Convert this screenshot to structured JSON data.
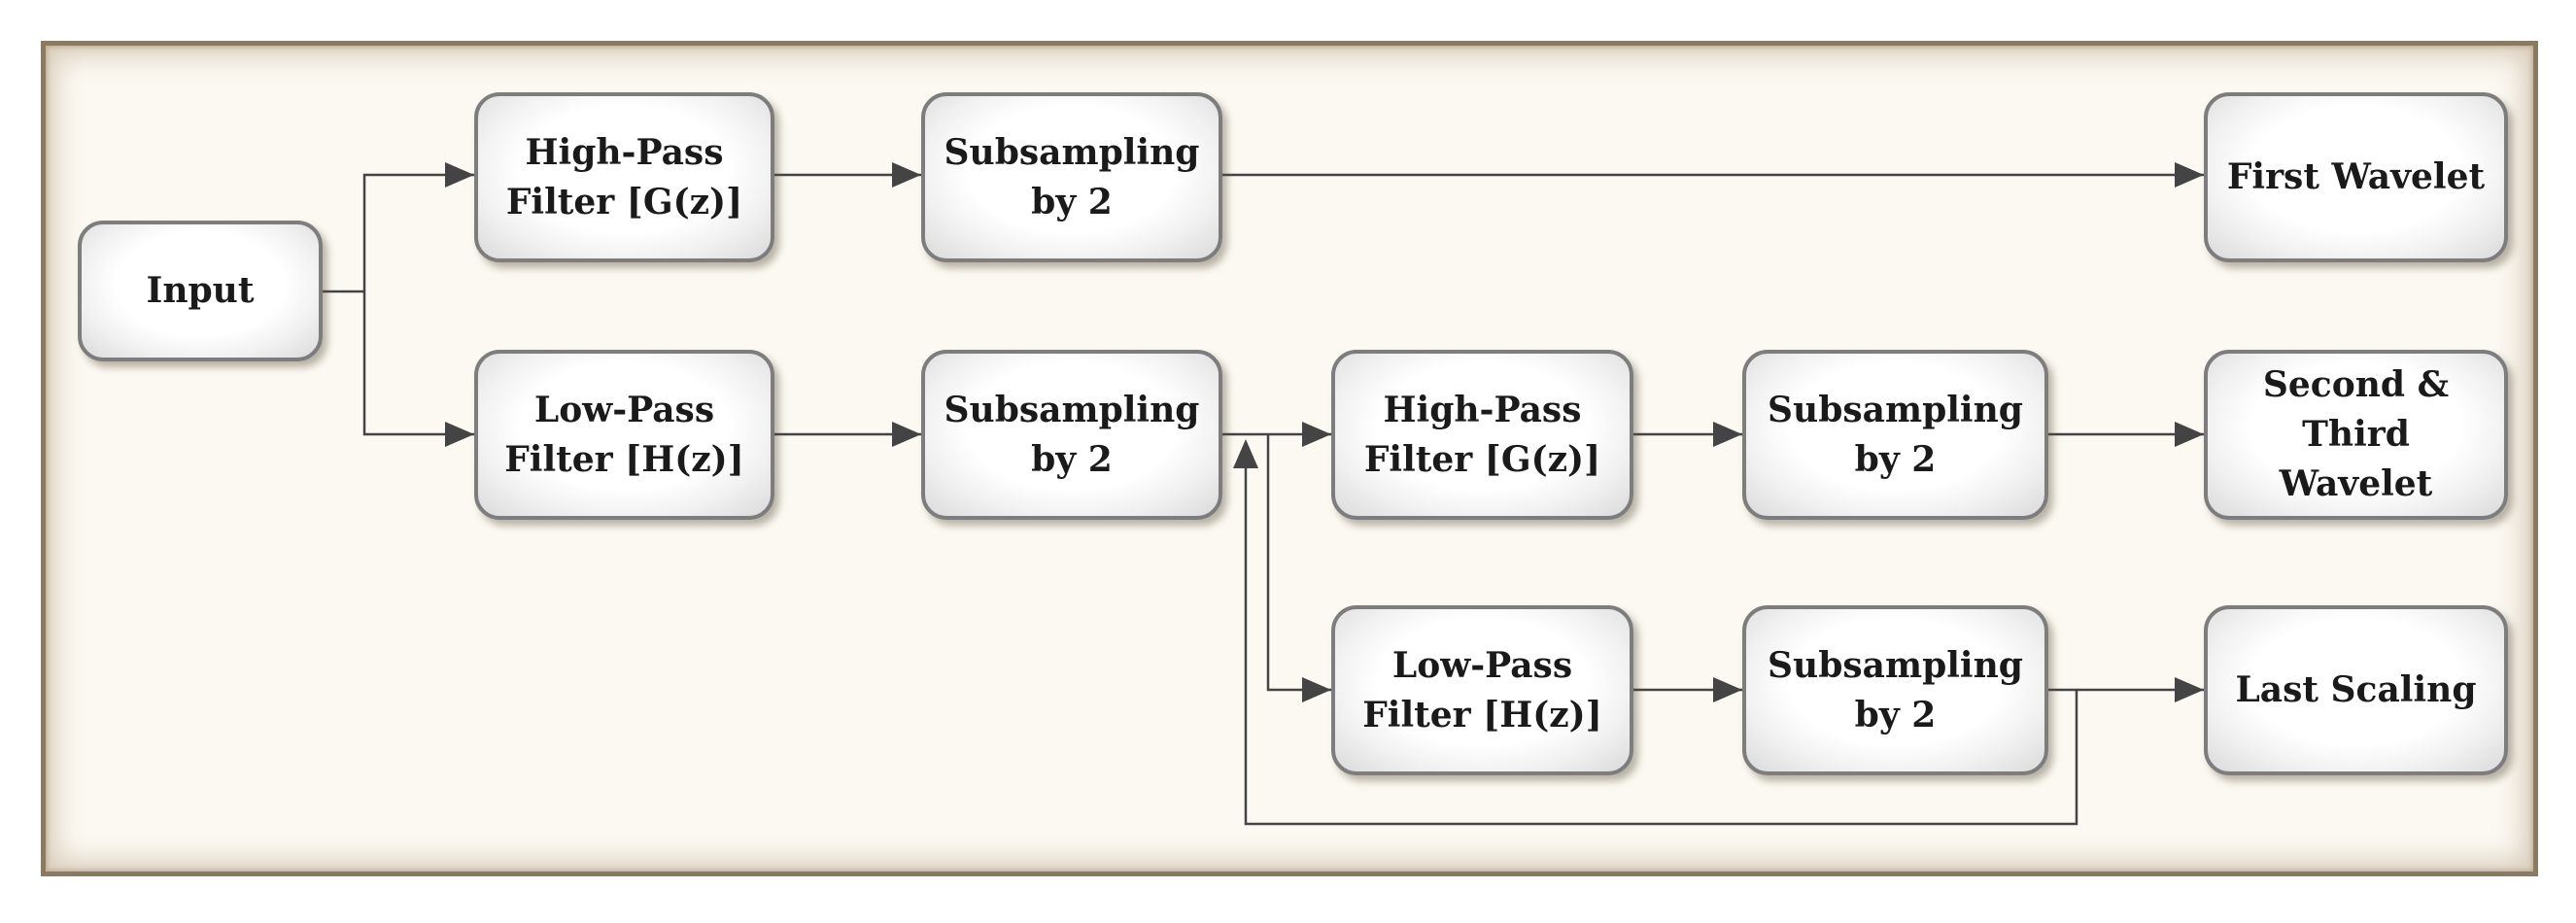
{
  "diagram": {
    "nodes": [
      {
        "id": "input",
        "label": "Input"
      },
      {
        "id": "hpf1",
        "label": "High-Pass\nFilter [G(z)]"
      },
      {
        "id": "lpf1",
        "label": "Low-Pass\nFilter [H(z)]"
      },
      {
        "id": "sub1",
        "label": "Subsampling\nby 2"
      },
      {
        "id": "sub2",
        "label": "Subsampling\nby 2"
      },
      {
        "id": "hpf2",
        "label": "High-Pass\nFilter [G(z)]"
      },
      {
        "id": "lpf2",
        "label": "Low-Pass\nFilter [H(z)]"
      },
      {
        "id": "sub3",
        "label": "Subsampling\nby 2"
      },
      {
        "id": "sub4",
        "label": "Subsampling\nby 2"
      },
      {
        "id": "out1",
        "label": "First Wavelet"
      },
      {
        "id": "out2",
        "label": "Second &\nThird\nWavelet"
      },
      {
        "id": "out3",
        "label": "Last Scaling"
      }
    ],
    "edges": [
      {
        "from": "input",
        "to": "hpf1"
      },
      {
        "from": "input",
        "to": "lpf1"
      },
      {
        "from": "hpf1",
        "to": "sub1"
      },
      {
        "from": "lpf1",
        "to": "sub2"
      },
      {
        "from": "sub1",
        "to": "out1"
      },
      {
        "from": "sub2",
        "to": "hpf2"
      },
      {
        "from": "sub2",
        "to": "lpf2"
      },
      {
        "from": "hpf2",
        "to": "sub3"
      },
      {
        "from": "lpf2",
        "to": "sub4"
      },
      {
        "from": "sub3",
        "to": "out2"
      },
      {
        "from": "sub4",
        "to": "out3"
      },
      {
        "from": "sub4",
        "to": "hpf2",
        "kind": "feedback"
      }
    ],
    "colors": {
      "frame_border": "#8a7a62",
      "frame_fill": "#fcf9f2",
      "box_border": "#7d7d7d",
      "arrow": "#444444"
    }
  }
}
